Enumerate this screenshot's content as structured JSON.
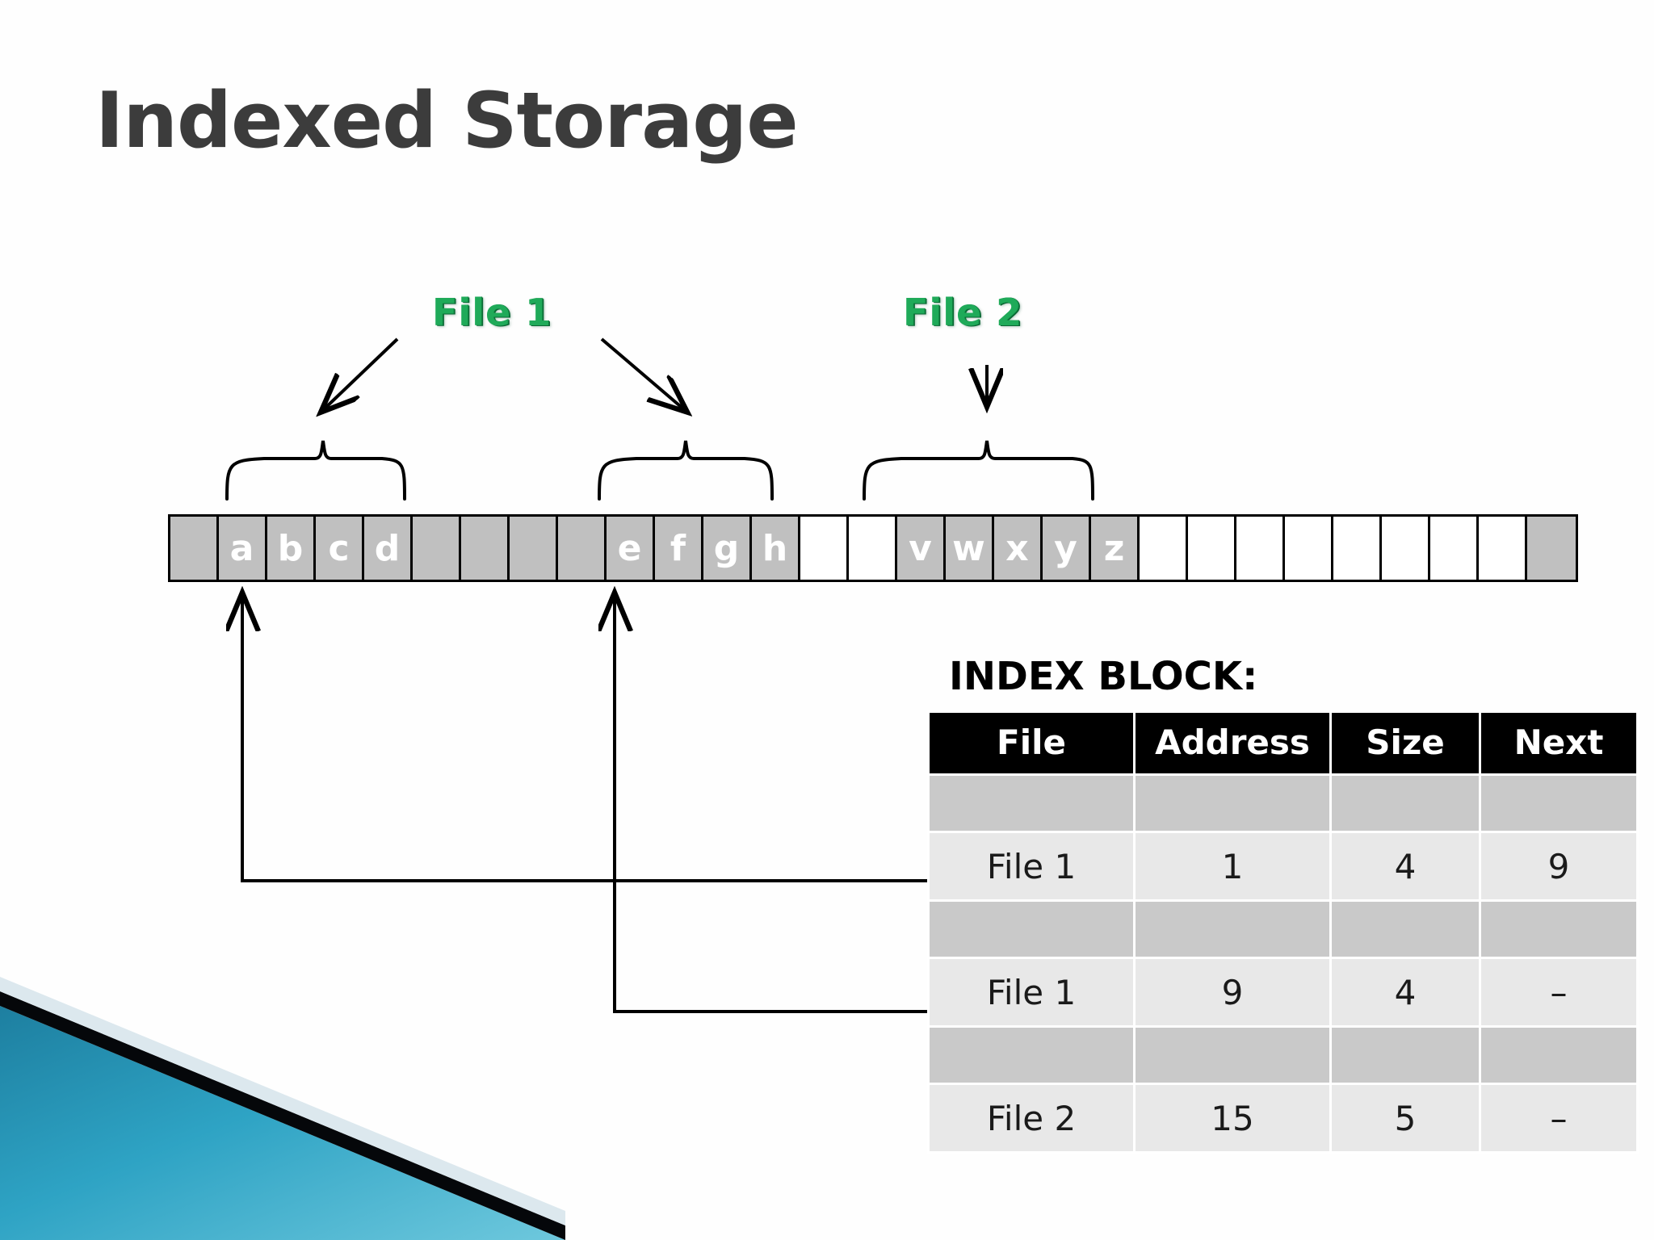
{
  "slide": {
    "title": "Indexed Storage",
    "accent_green": "#1faa59",
    "block_gray": "#c0c0c0",
    "corner_teal": "#2ba6c6"
  },
  "annotations": {
    "file1_label": "File 1",
    "file2_label": "File 2"
  },
  "disk": {
    "block_count": 29,
    "blocks": [
      {
        "letter": "",
        "state": "gray"
      },
      {
        "letter": "a",
        "state": "gray"
      },
      {
        "letter": "b",
        "state": "gray"
      },
      {
        "letter": "c",
        "state": "gray"
      },
      {
        "letter": "d",
        "state": "gray"
      },
      {
        "letter": "",
        "state": "gray"
      },
      {
        "letter": "",
        "state": "gray"
      },
      {
        "letter": "",
        "state": "gray"
      },
      {
        "letter": "",
        "state": "gray"
      },
      {
        "letter": "e",
        "state": "gray"
      },
      {
        "letter": "f",
        "state": "gray"
      },
      {
        "letter": "g",
        "state": "gray"
      },
      {
        "letter": "h",
        "state": "gray"
      },
      {
        "letter": "",
        "state": "white"
      },
      {
        "letter": "",
        "state": "white"
      },
      {
        "letter": "v",
        "state": "gray"
      },
      {
        "letter": "w",
        "state": "gray"
      },
      {
        "letter": "x",
        "state": "gray"
      },
      {
        "letter": "y",
        "state": "gray"
      },
      {
        "letter": "z",
        "state": "gray"
      },
      {
        "letter": "",
        "state": "white"
      },
      {
        "letter": "",
        "state": "white"
      },
      {
        "letter": "",
        "state": "white"
      },
      {
        "letter": "",
        "state": "white"
      },
      {
        "letter": "",
        "state": "white"
      },
      {
        "letter": "",
        "state": "white"
      },
      {
        "letter": "",
        "state": "white"
      },
      {
        "letter": "",
        "state": "white"
      },
      {
        "letter": "",
        "state": "gray"
      }
    ]
  },
  "index_block": {
    "caption": "INDEX BLOCK:",
    "columns": [
      "File",
      "Address",
      "Size",
      "Next"
    ],
    "rows": [
      {
        "file": "File 1",
        "address": "1",
        "size": "4",
        "next": "9"
      },
      {
        "file": "File 1",
        "address": "9",
        "size": "4",
        "next": "–"
      },
      {
        "file": "File 2",
        "address": "15",
        "size": "5",
        "next": "–"
      }
    ]
  }
}
